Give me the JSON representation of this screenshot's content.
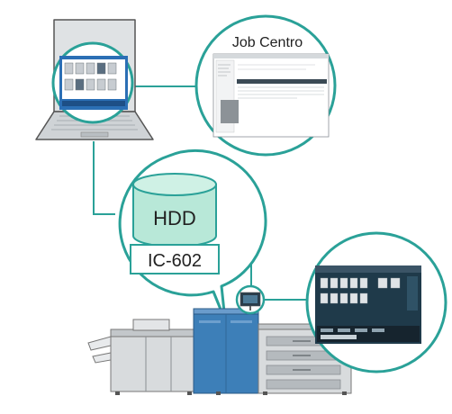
{
  "diagram": {
    "software_label": "Job Centro",
    "storage_label": "HDD",
    "controller_label": "IC-602"
  },
  "colors": {
    "teal": "#2aa198",
    "teal_fill": "#b8e8d8",
    "press_blue": "#3d7fb8",
    "cabinet_gray": "#d8dbdd",
    "screen_dark": "#1f3a4a"
  }
}
